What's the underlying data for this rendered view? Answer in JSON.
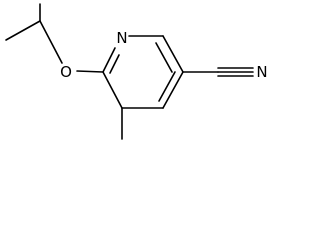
{
  "molecule": {
    "atoms": {
      "n_ring": "N",
      "o_ether": "O",
      "n_nitrile": "N"
    }
  }
}
